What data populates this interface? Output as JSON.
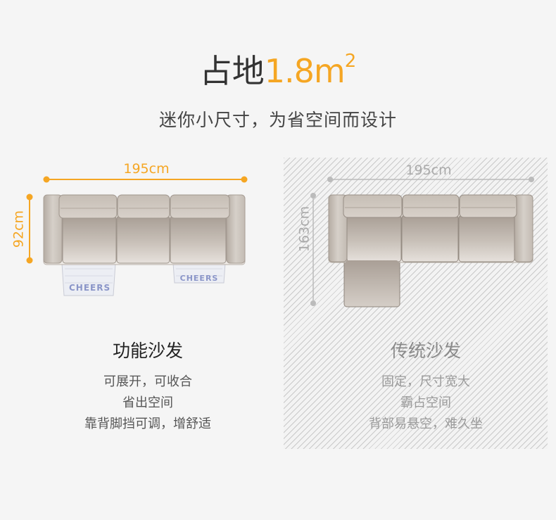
{
  "heading": {
    "prefix": "占地",
    "value": "1.8m",
    "superscript": "2"
  },
  "subheading": "迷你小尺寸，为省空间而设计",
  "colors": {
    "accent": "#f5a623",
    "muted": "#aaaaaa",
    "sofa_fill": "#bfb6ad",
    "footrest_fill": "#e9eaf0",
    "footrest_text": "#8a95c8"
  },
  "functional": {
    "width_label": "195cm",
    "depth_label": "92cm",
    "brand_mark_1": "CHEERS",
    "brand_mark_2": "CHEERS",
    "title": "功能沙发",
    "lines": [
      "可展开，可收合",
      "省出空间",
      "靠背脚挡可调，增舒适"
    ]
  },
  "traditional": {
    "width_label": "195cm",
    "depth_label": "163cm",
    "title": "传统沙发",
    "lines": [
      "固定，尺寸宽大",
      "霸占空间",
      "背部易悬空，难久坐"
    ]
  }
}
